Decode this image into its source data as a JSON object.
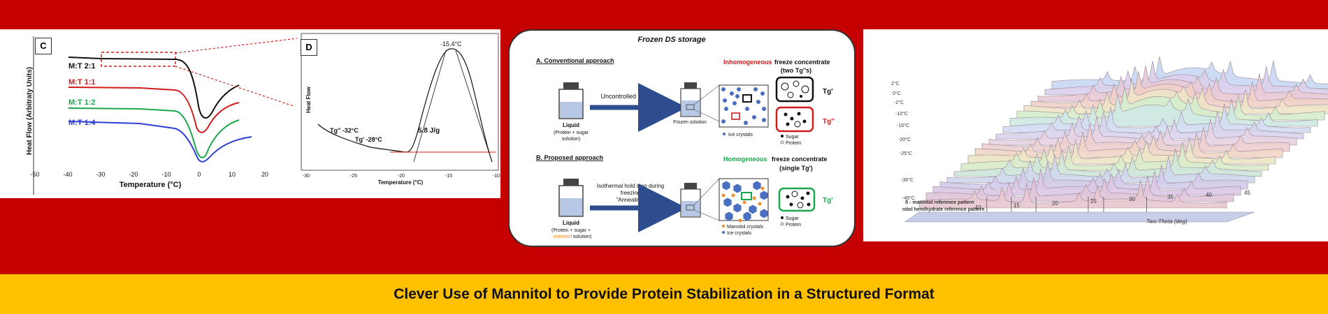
{
  "panel_c": {
    "label": "C",
    "ylabel": "Heat Flow (Arbitraty Units)",
    "xlabel": "Temperature (°C)",
    "xticks": [
      "-50",
      "-40",
      "-30",
      "-20",
      "-10",
      "0",
      "10",
      "20"
    ],
    "series": [
      {
        "name": "M:T 2:1",
        "color": "#111111"
      },
      {
        "name": "M:T 1:1",
        "color": "#d11c1c"
      },
      {
        "name": "M:T 1:2",
        "color": "#1aa84a"
      },
      {
        "name": "M:T 1:4",
        "color": "#2f3fd6"
      }
    ]
  },
  "panel_d": {
    "label": "D",
    "ylabel": "Heat Flow",
    "xlabel": "Temperature (°C)",
    "xticks": [
      "-30",
      "-25",
      "-20",
      "-15",
      "-10"
    ],
    "annotations": {
      "peak": "-15.4°C",
      "tg2": "Tg'' -32°C",
      "tg1": "Tg' -28°C",
      "enthalpy": "5.8 J/g"
    }
  },
  "middle": {
    "title": "Frozen DS storage",
    "section_a": "A. Conventional approach",
    "section_b": "B. Proposed approach",
    "uncontrolled": "Uncontrolled freezing",
    "isothermal_1": "Isothermal hold step during",
    "isothermal_2": "freezing",
    "isothermal_3": "\"Annealing\"",
    "liquid": "Liquid",
    "liquid_a_sub1": "(Protein + sugar",
    "liquid_a_sub2": "solution)",
    "liquid_b_sub1": "(Protein + sugar +",
    "mannitol_word": "mannitol",
    "solution_word": "solution)",
    "frozen_solution": "Frozen solution",
    "inhomogeneous": "Inhomogeneous",
    "homogeneous": "Homogeneous",
    "freeze_concentrate": "freeze concentrate",
    "two_tg": "(two Tg'’s)",
    "single_tg": "(single Tg')",
    "tg1": "Tg'",
    "tg2": "Tg''",
    "ice_crystals": "Ice crystals",
    "mannitol_crystals": "Mannitol crystals",
    "sugar": "Sugar",
    "protein": "Protein",
    "colors": {
      "red": "#d11c1c",
      "green": "#1aa84a",
      "arrow": "#2e4d8f",
      "ice": "#4a6fc0",
      "mannitol": "#f08a2c"
    }
  },
  "xrd": {
    "temps": [
      "2°C",
      "0°C",
      "-2°C",
      "-10°C",
      "-15°C",
      "-20°C",
      "-25°C",
      "-35°C",
      "-45°C"
    ],
    "ref1": "ß - mannitol reference pattern",
    "ref2": "nitol hemihydrate reference pattern",
    "xticks": [
      "10",
      "15",
      "20",
      "25",
      "30",
      "35",
      "40",
      "45"
    ],
    "xlabel": "Two-Theta (deg)"
  },
  "footer": {
    "text": "Clever Use of Mannitol to Provide Protein Stabilization in a Structured Format"
  }
}
